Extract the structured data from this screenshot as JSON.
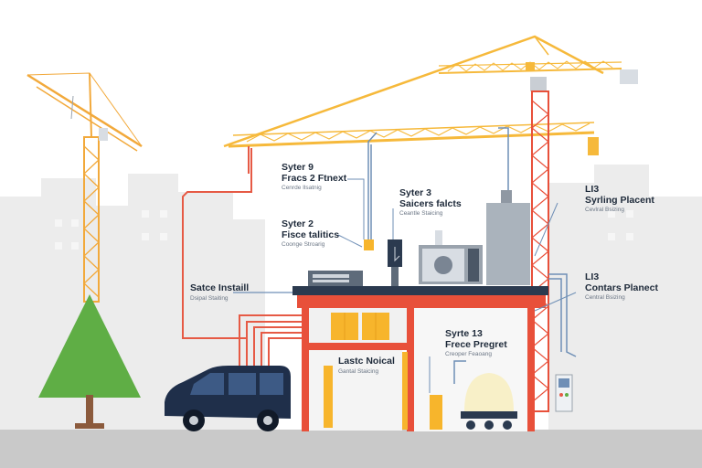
{
  "labels": {
    "system9": {
      "title": "Syter 9",
      "line2": "Fracs 2 Ftnext",
      "sub": "Cenrde Ilsatnig"
    },
    "system2": {
      "title": "Syter 2",
      "line2": "Fisce talitics",
      "sub": "Coonge Stroarig"
    },
    "system3": {
      "title": "Syter 3",
      "line2": "Saicers falcts",
      "sub": "Ceantle Staicing"
    },
    "lis_top": {
      "title": "LI3",
      "line2": "Syrling Placent",
      "sub": "Cevlral Bsizing"
    },
    "lis_mid": {
      "title": "LI3",
      "line2": "Contars Planect",
      "sub": "Central Bsizing"
    },
    "sate": {
      "title": "Satce Instaill",
      "sub": "Dsipal Staiting"
    },
    "lasle": {
      "title": "Lastc Noical",
      "sub": "Gantal Staicing"
    },
    "system13": {
      "title": "Syrte 13",
      "line2": "Frece Pregret",
      "sub": "Creoper Feaoang"
    }
  },
  "colors": {
    "crane": "#f6b93b",
    "crane_tower": "#f2a93b",
    "red_tower": "#e8503a",
    "pipe_red": "#e65a45",
    "pipe_blue": "#6f8fb6",
    "van": "#1f2f4a",
    "tree": "#5fae45",
    "ground": "#c9c9c9",
    "skyline": "#ececec",
    "yellow_panel": "#f7b52c"
  }
}
